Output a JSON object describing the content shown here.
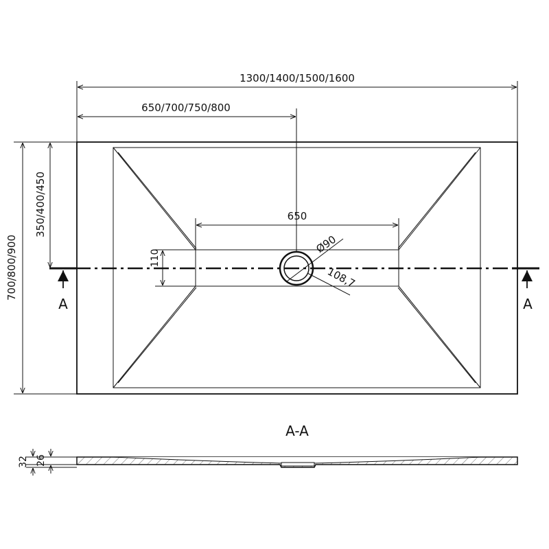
{
  "dimensions": {
    "total_length": "1300/1400/1500/1600",
    "half_length": "650/700/750/800",
    "total_width": "700/800/900",
    "half_width": "350/400/450",
    "channel_length": "650",
    "channel_width": "110",
    "drain_diameter": "Ø90",
    "drain_diagonal": "108,7",
    "height_total": "32",
    "height_body": "26"
  },
  "section_marks": {
    "left": "A",
    "right": "A",
    "section_title": "A-A"
  }
}
